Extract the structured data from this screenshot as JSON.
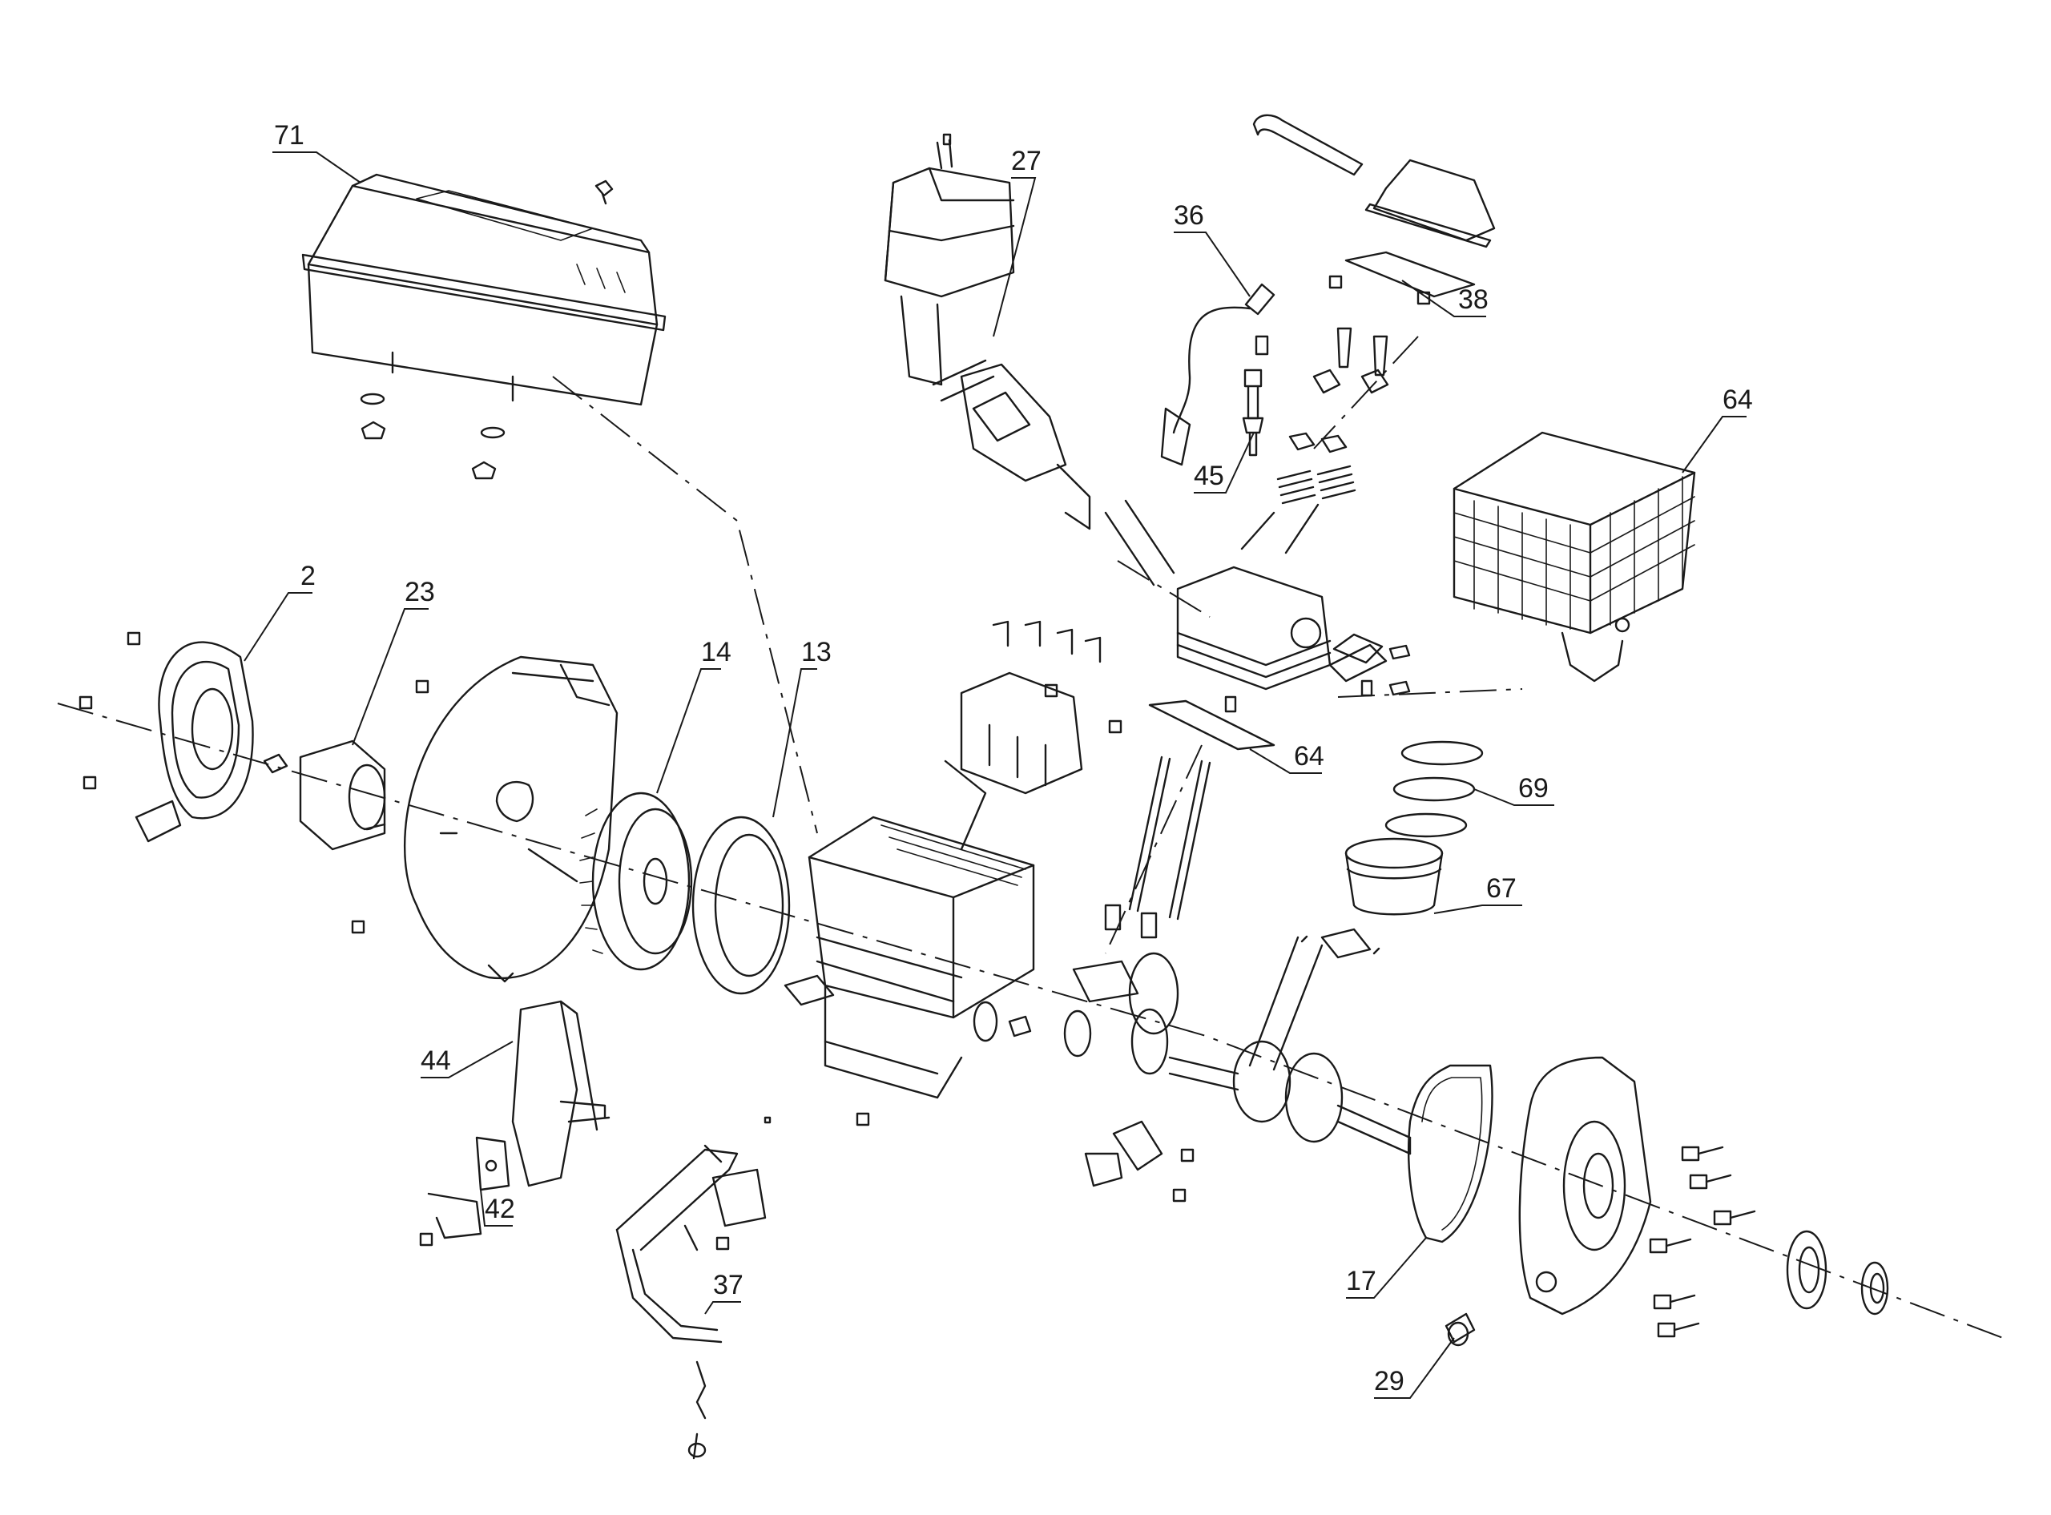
{
  "diagram": {
    "callouts": [
      {
        "id": "71",
        "text": "71"
      },
      {
        "id": "27",
        "text": "27"
      },
      {
        "id": "36",
        "text": "36"
      },
      {
        "id": "38",
        "text": "38"
      },
      {
        "id": "64a",
        "text": "64"
      },
      {
        "id": "45",
        "text": "45"
      },
      {
        "id": "2",
        "text": "2"
      },
      {
        "id": "23",
        "text": "23"
      },
      {
        "id": "14",
        "text": "14"
      },
      {
        "id": "13",
        "text": "13"
      },
      {
        "id": "64b",
        "text": "64"
      },
      {
        "id": "69",
        "text": "69"
      },
      {
        "id": "67",
        "text": "67"
      },
      {
        "id": "44",
        "text": "44"
      },
      {
        "id": "42",
        "text": "42"
      },
      {
        "id": "37",
        "text": "37"
      },
      {
        "id": "17",
        "text": "17"
      },
      {
        "id": "29",
        "text": "29"
      }
    ],
    "parts": [
      {
        "id": "fuel-tank",
        "icon": "fuel-tank-icon"
      },
      {
        "id": "air-filter",
        "icon": "air-filter-icon"
      },
      {
        "id": "carburetor",
        "icon": "carburetor-icon"
      },
      {
        "id": "spark-plug-cap",
        "icon": "spark-plug-cap-icon"
      },
      {
        "id": "spark-plug",
        "icon": "spark-plug-icon"
      },
      {
        "id": "valve-cover",
        "icon": "valve-cover-icon"
      },
      {
        "id": "cylinder-head",
        "icon": "cylinder-head-icon"
      },
      {
        "id": "muffler",
        "icon": "muffler-icon"
      },
      {
        "id": "recoil-starter",
        "icon": "recoil-starter-icon"
      },
      {
        "id": "starter-cup",
        "icon": "starter-cup-icon"
      },
      {
        "id": "fan-cover",
        "icon": "fan-cover-icon"
      },
      {
        "id": "flywheel",
        "icon": "flywheel-icon"
      },
      {
        "id": "ignition-coil-ring",
        "icon": "ring-icon"
      },
      {
        "id": "crankcase",
        "icon": "crankcase-icon"
      },
      {
        "id": "pushrods",
        "icon": "pushrod-icon"
      },
      {
        "id": "camshaft",
        "icon": "camshaft-icon"
      },
      {
        "id": "piston-rings",
        "icon": "piston-ring-icon"
      },
      {
        "id": "piston",
        "icon": "piston-icon"
      },
      {
        "id": "crankshaft",
        "icon": "crankshaft-icon"
      },
      {
        "id": "gasket",
        "icon": "gasket-icon"
      },
      {
        "id": "crankcase-cover",
        "icon": "crankcase-cover-icon"
      },
      {
        "id": "oil-seal",
        "icon": "oil-seal-icon"
      },
      {
        "id": "governor-arm",
        "icon": "governor-arm-icon"
      },
      {
        "id": "baffle",
        "icon": "baffle-icon"
      },
      {
        "id": "switch-bracket",
        "icon": "bracket-icon"
      },
      {
        "id": "oil-plug",
        "icon": "oil-plug-icon"
      },
      {
        "id": "oil-sensor",
        "icon": "oil-sensor-icon"
      }
    ]
  }
}
